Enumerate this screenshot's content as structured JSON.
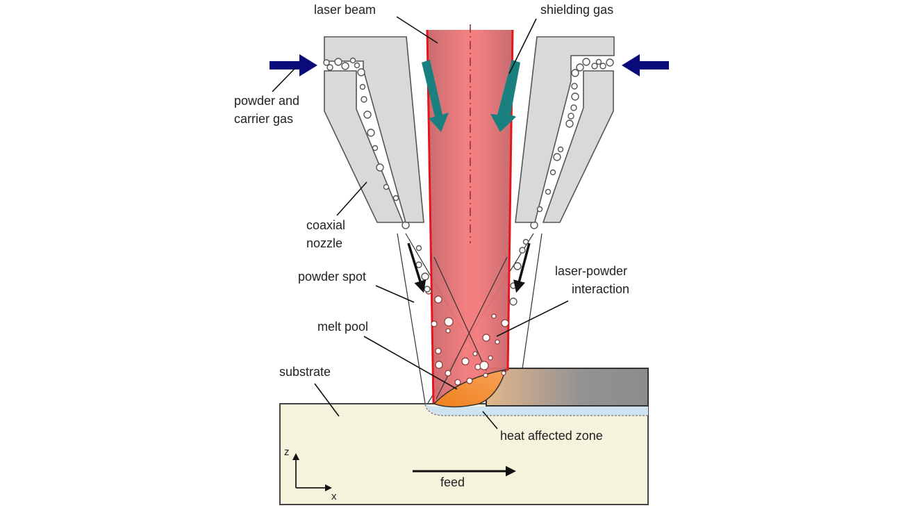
{
  "title": "Coaxial laser powder deposition process schematic",
  "labels": {
    "laser_beam": "laser beam",
    "shielding_gas": "shielding gas",
    "powder_carrier_line1": "powder and",
    "powder_carrier_line2": "carrier gas",
    "coaxial_line1": "coaxial",
    "coaxial_line2": "nozzle",
    "powder_spot": "powder spot",
    "laser_powder_line1": "laser-powder",
    "laser_powder_line2": "interaction",
    "melt_pool": "melt pool",
    "substrate": "substrate",
    "heat_affected_zone": "heat affected zone",
    "feed": "feed",
    "axis_z": "z",
    "axis_x": "x"
  },
  "colors": {
    "laser_fill": "#ef6f72",
    "laser_edge": "#e8141c",
    "shield_arrow": "#1a7f7f",
    "powder_arrow": "#0a0a7a",
    "nozzle_fill": "#d9d9d9",
    "substrate_fill": "#f5f3dc",
    "melt_pool": "#f28a2e",
    "clad_track": "#8f8f8f",
    "haz": "#cfe3f0"
  }
}
